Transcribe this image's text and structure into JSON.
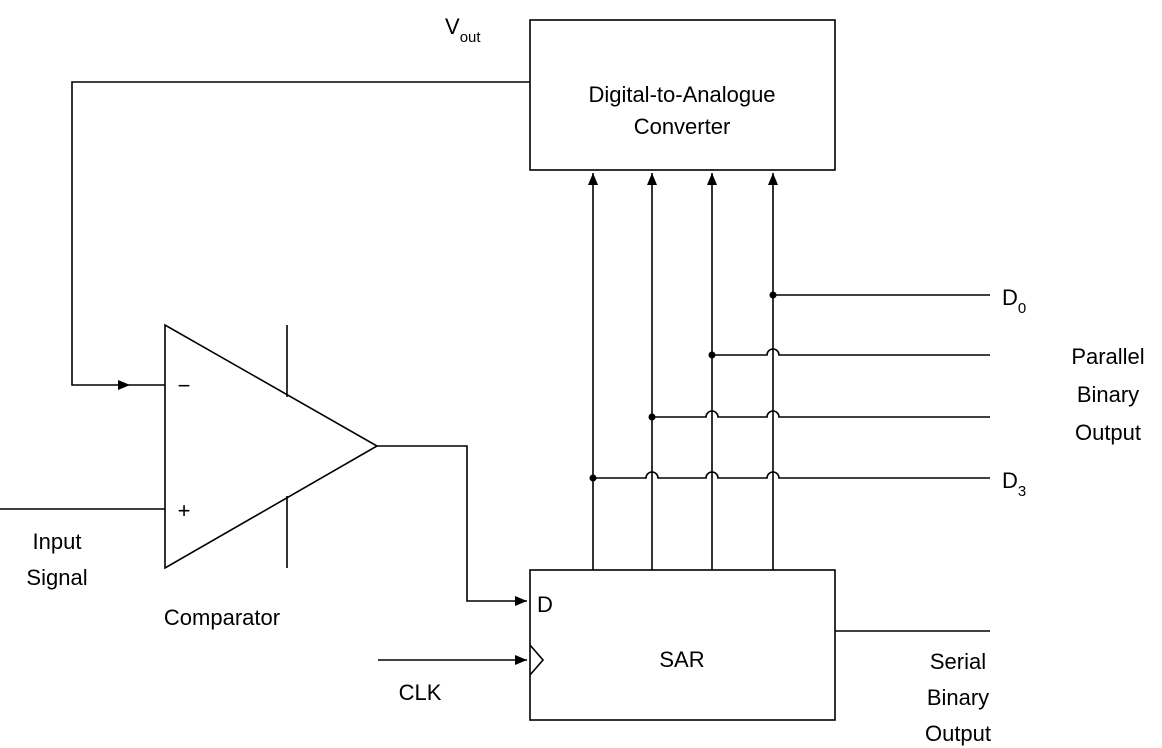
{
  "blocks": {
    "dac": {
      "line1": "Digital-to-Analogue",
      "line2": "Converter"
    },
    "sar": {
      "label": "SAR",
      "d_input": "D"
    },
    "comparator": {
      "label": "Comparator",
      "minus_symbol": "−",
      "plus_symbol": "+"
    }
  },
  "signals": {
    "vout": {
      "main": "V",
      "sub": "out"
    },
    "input": {
      "line1": "Input",
      "line2": "Signal"
    },
    "clk": "CLK",
    "d0": {
      "main": "D",
      "sub": "0"
    },
    "d3": {
      "main": "D",
      "sub": "3"
    },
    "parallel": {
      "line1": "Parallel",
      "line2": "Binary",
      "line3": "Output"
    },
    "serial": {
      "line1": "Serial",
      "line2": "Binary",
      "line3": "Output"
    }
  }
}
